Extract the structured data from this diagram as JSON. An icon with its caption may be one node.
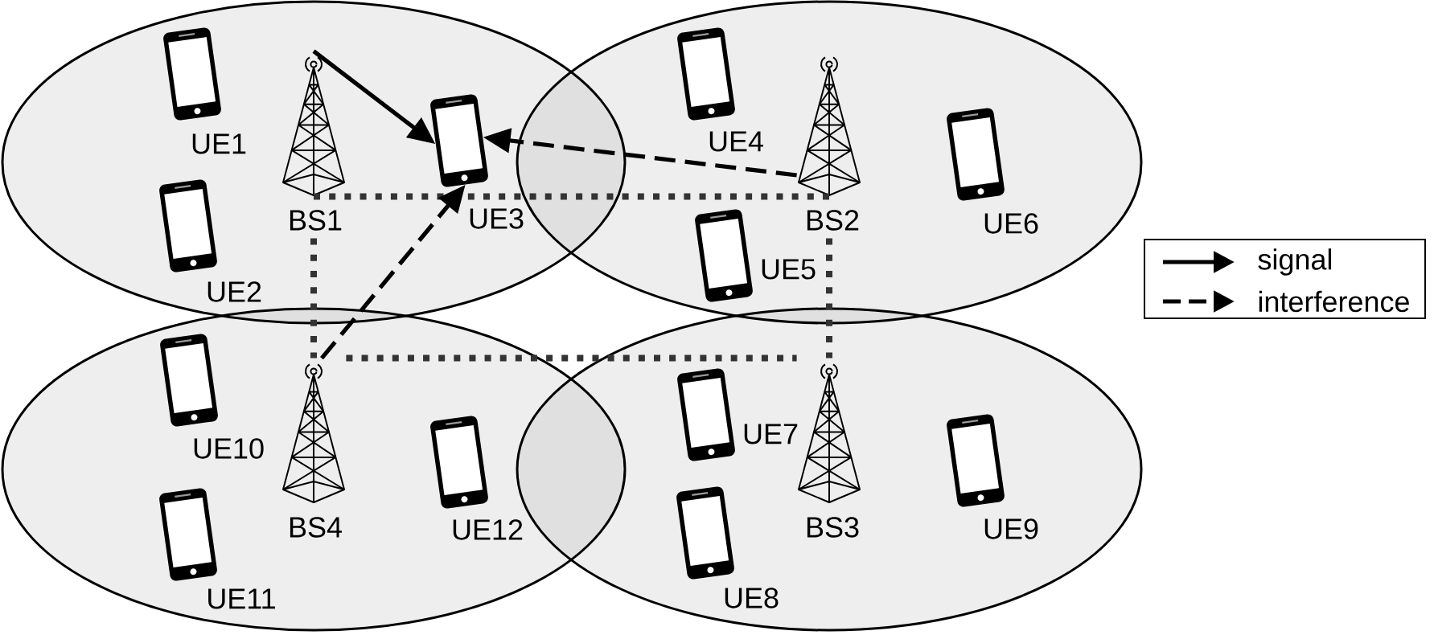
{
  "diagram": {
    "nodes": [
      {
        "text": [],
        "shape": "ellipse"
      },
      {
        "text": [],
        "shape": "ellipse"
      },
      {
        "text": [],
        "shape": "ellipse"
      },
      {
        "text": [],
        "shape": "ellipse"
      },
      {
        "text": [
          "BS1"
        ],
        "in": 0
      },
      {
        "text": [
          "UE1"
        ],
        "in": 0
      },
      {
        "text": [
          "UE2"
        ],
        "in": 0
      },
      {
        "text": [
          "UE3"
        ],
        "in": 0
      },
      {
        "text": [
          "BS2"
        ],
        "in": 1
      },
      {
        "text": [
          "UE4"
        ],
        "in": 1
      },
      {
        "text": [
          "UE5"
        ],
        "in": 1
      },
      {
        "text": [
          "UE6"
        ],
        "in": 1
      },
      {
        "text": [
          "BS4"
        ],
        "in": 2
      },
      {
        "text": [
          "UE10"
        ],
        "in": 2
      },
      {
        "text": [
          "UE11"
        ],
        "in": 2
      },
      {
        "text": [
          "UE12"
        ],
        "in": 2
      },
      {
        "text": [
          "BS3"
        ],
        "in": 3
      },
      {
        "text": [
          "UE7"
        ],
        "in": 3
      },
      {
        "text": [
          "UE8"
        ],
        "in": 3
      },
      {
        "text": [
          "UE9"
        ],
        "in": 3
      }
    ],
    "edges": [
      {
        "from": 4,
        "to": 7,
        "arrow": "to"
      },
      {
        "from": 8,
        "to": 7,
        "arrow": "to",
        "style": "dashed"
      },
      {
        "from": 12,
        "to": 7,
        "arrow": "to",
        "style": "dashed"
      },
      {
        "from": 4,
        "to": 8,
        "arrow": "none",
        "style": "dashed",
        "color": "#333333"
      },
      {
        "from": 4,
        "to": 12,
        "arrow": "none",
        "style": "dashed",
        "color": "#333333"
      },
      {
        "from": 12,
        "to": 16,
        "arrow": "none",
        "style": "dashed",
        "color": "#333333"
      },
      {
        "from": 8,
        "to": 16,
        "arrow": "none",
        "style": "dashed",
        "color": "#333333"
      }
    ],
    "legend": [
      {
        "text": "signal"
      },
      {
        "text": "interference"
      }
    ]
  }
}
